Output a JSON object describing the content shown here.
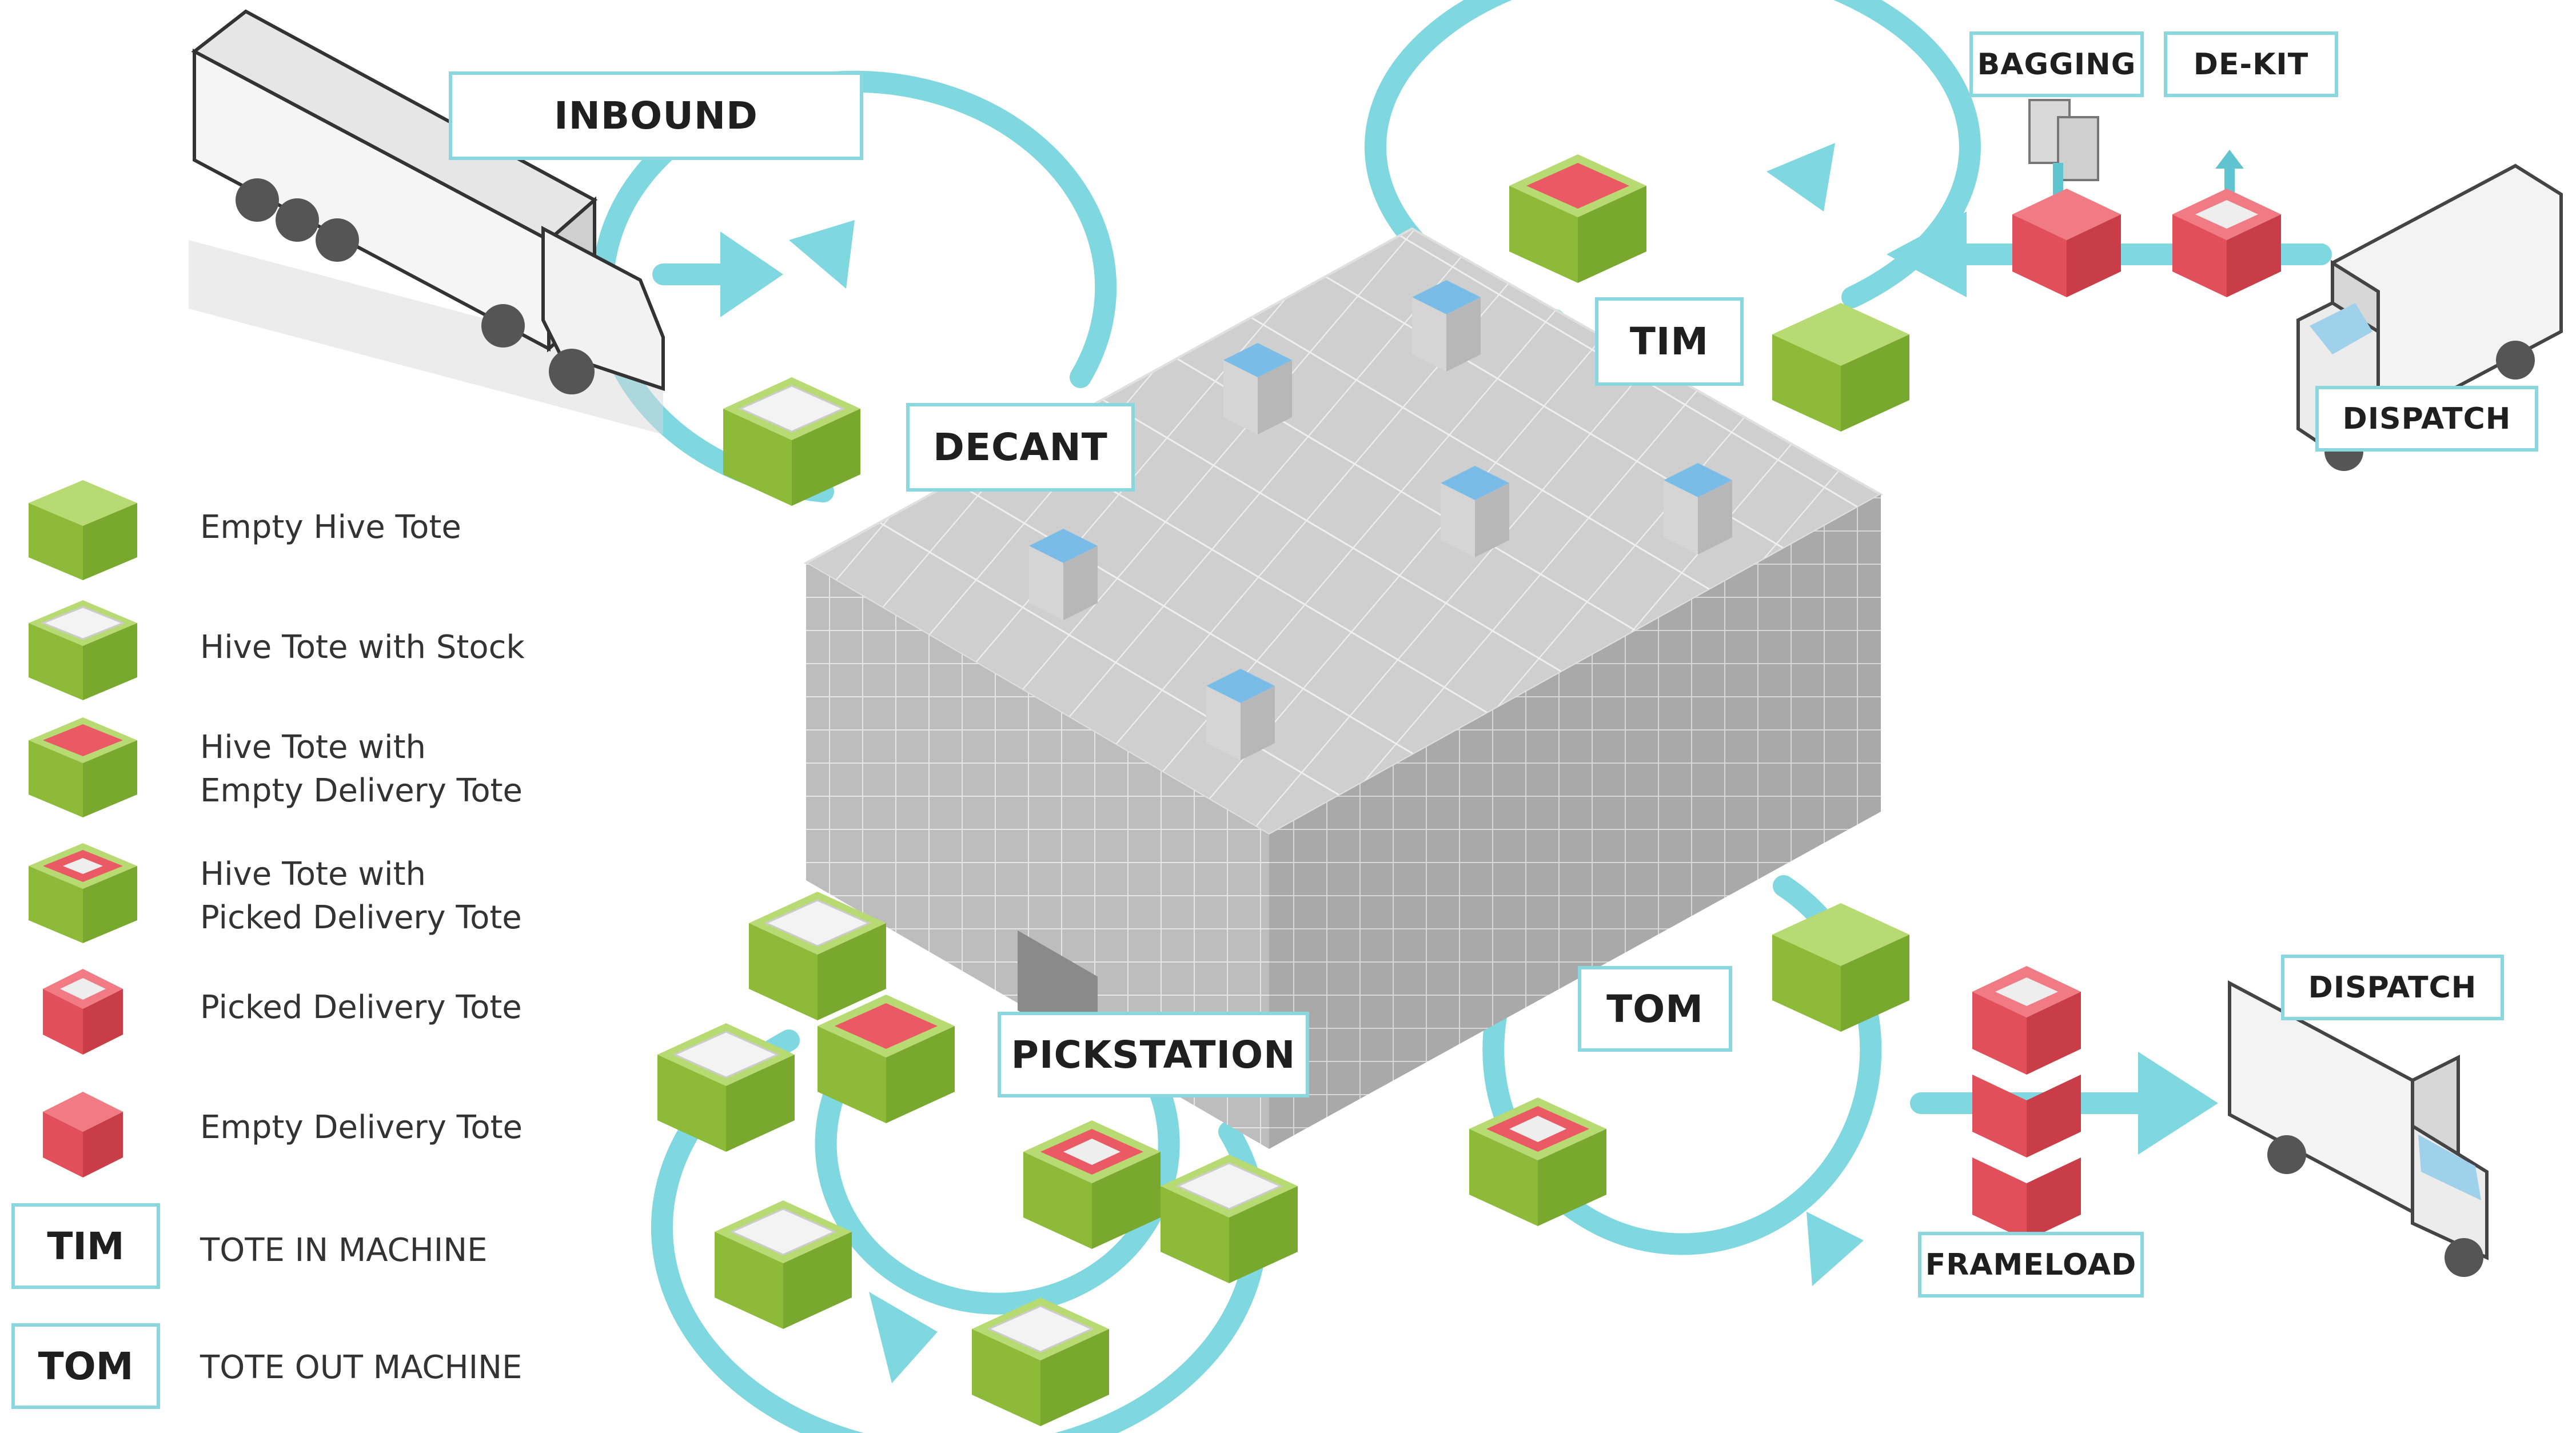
{
  "labels": {
    "inbound": "INBOUND",
    "decant": "DECANT",
    "tim": "TIM",
    "tom": "TOM",
    "pickstation": "PICKSTATION",
    "bagging": "BAGGING",
    "dekit": "DE-KIT",
    "dispatch_top": "DISPATCH",
    "dispatch_bottom": "DISPATCH",
    "frameload": "FRAMELOAD"
  },
  "legend": {
    "empty_hive_tote": "Empty Hive Tote",
    "hive_tote_with_stock": "Hive Tote with Stock",
    "hive_tote_with_empty_delivery_1": "Hive Tote with",
    "hive_tote_with_empty_delivery_2": "Empty Delivery Tote",
    "hive_tote_with_picked_delivery_1": "Hive Tote with",
    "hive_tote_with_picked_delivery_2": "Picked Delivery Tote",
    "picked_delivery_tote": "Picked Delivery Tote",
    "empty_delivery_tote": "Empty Delivery Tote",
    "tim_key": "TIM",
    "tim_desc": "TOTE IN MACHINE",
    "tom_key": "TOM",
    "tom_desc": "TOTE OUT MACHINE"
  },
  "colors": {
    "flow": "#7fd7e0",
    "hive_green": "#9cc94a",
    "delivery_red": "#e84f5b",
    "grid_grey": "#c8c8c8",
    "robot_blue": "#6fb7e6"
  }
}
